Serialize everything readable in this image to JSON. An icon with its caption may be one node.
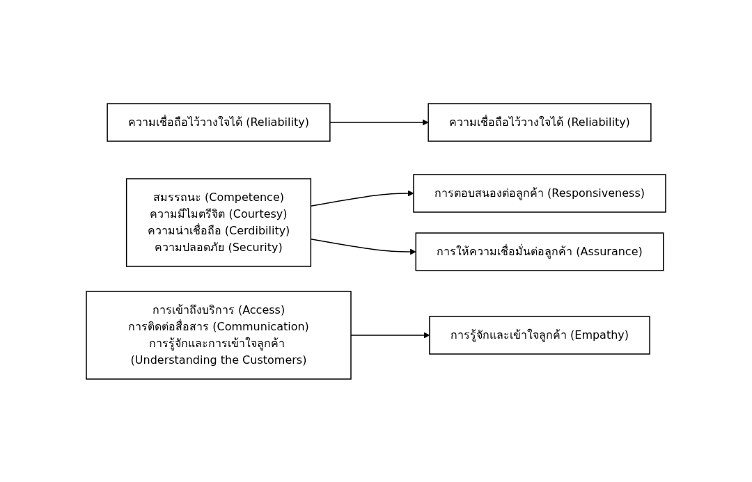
{
  "diagram": {
    "nodes": [
      {
        "text": [
          "ความเชื่อถือไว้วางใจได้ (Reliability)"
        ]
      },
      {
        "text": [
          "ความเชื่อถือไว้วางใจได้ (Reliability)"
        ]
      },
      {
        "text": [
          "สมรรถนะ (Competence)",
          "ความมีไมตรีจิต (Courtesy)",
          "ความน่าเชื่อถือ (Cerdibility)",
          "ความปลอดภัย (Security)"
        ]
      },
      {
        "text": [
          "การตอบสนองต่อลูกค้า (Responsiveness)"
        ]
      },
      {
        "text": [
          "การให้ความเชื่อมั่นต่อลูกค้า (Assurance)"
        ]
      },
      {
        "text": [
          "การเข้าถึงบริการ (Access)",
          "การติดต่อสื่อสาร (Communication)",
          "การรู้จักและการเข้าใจลูกค้า (Understanding the Customers)"
        ]
      },
      {
        "text": [
          "การรู้จักและเข้าใจลูกค้า (Empathy)"
        ]
      }
    ],
    "edges": [
      {
        "from": 0,
        "to": 1,
        "arrow": "to"
      },
      {
        "from": 2,
        "to": 3,
        "arrow": "to"
      },
      {
        "from": 2,
        "to": 4,
        "arrow": "to"
      },
      {
        "from": 5,
        "to": 6,
        "arrow": "to"
      }
    ]
  }
}
